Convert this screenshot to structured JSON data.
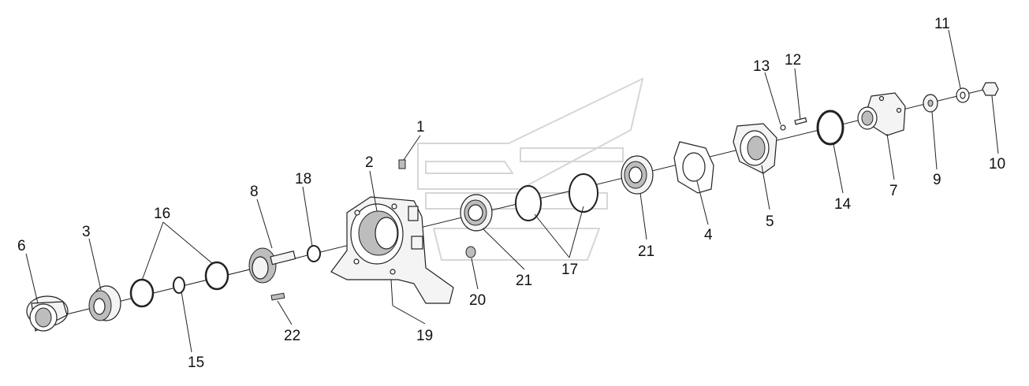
{
  "diagram": {
    "labels": [
      {
        "id": "1",
        "text": "1"
      },
      {
        "id": "2",
        "text": "2"
      },
      {
        "id": "3",
        "text": "3"
      },
      {
        "id": "4",
        "text": "4"
      },
      {
        "id": "5",
        "text": "5"
      },
      {
        "id": "6",
        "text": "6"
      },
      {
        "id": "7",
        "text": "7"
      },
      {
        "id": "8",
        "text": "8"
      },
      {
        "id": "9",
        "text": "9"
      },
      {
        "id": "10",
        "text": "10"
      },
      {
        "id": "11",
        "text": "11"
      },
      {
        "id": "12",
        "text": "12"
      },
      {
        "id": "13",
        "text": "13"
      },
      {
        "id": "14",
        "text": "14"
      },
      {
        "id": "15",
        "text": "15"
      },
      {
        "id": "16",
        "text": "16"
      },
      {
        "id": "17",
        "text": "17"
      },
      {
        "id": "18",
        "text": "18"
      },
      {
        "id": "19",
        "text": "19"
      },
      {
        "id": "20",
        "text": "20"
      },
      {
        "id": "21a",
        "text": "21"
      },
      {
        "id": "21b",
        "text": "21"
      },
      {
        "id": "22",
        "text": "22"
      }
    ]
  }
}
